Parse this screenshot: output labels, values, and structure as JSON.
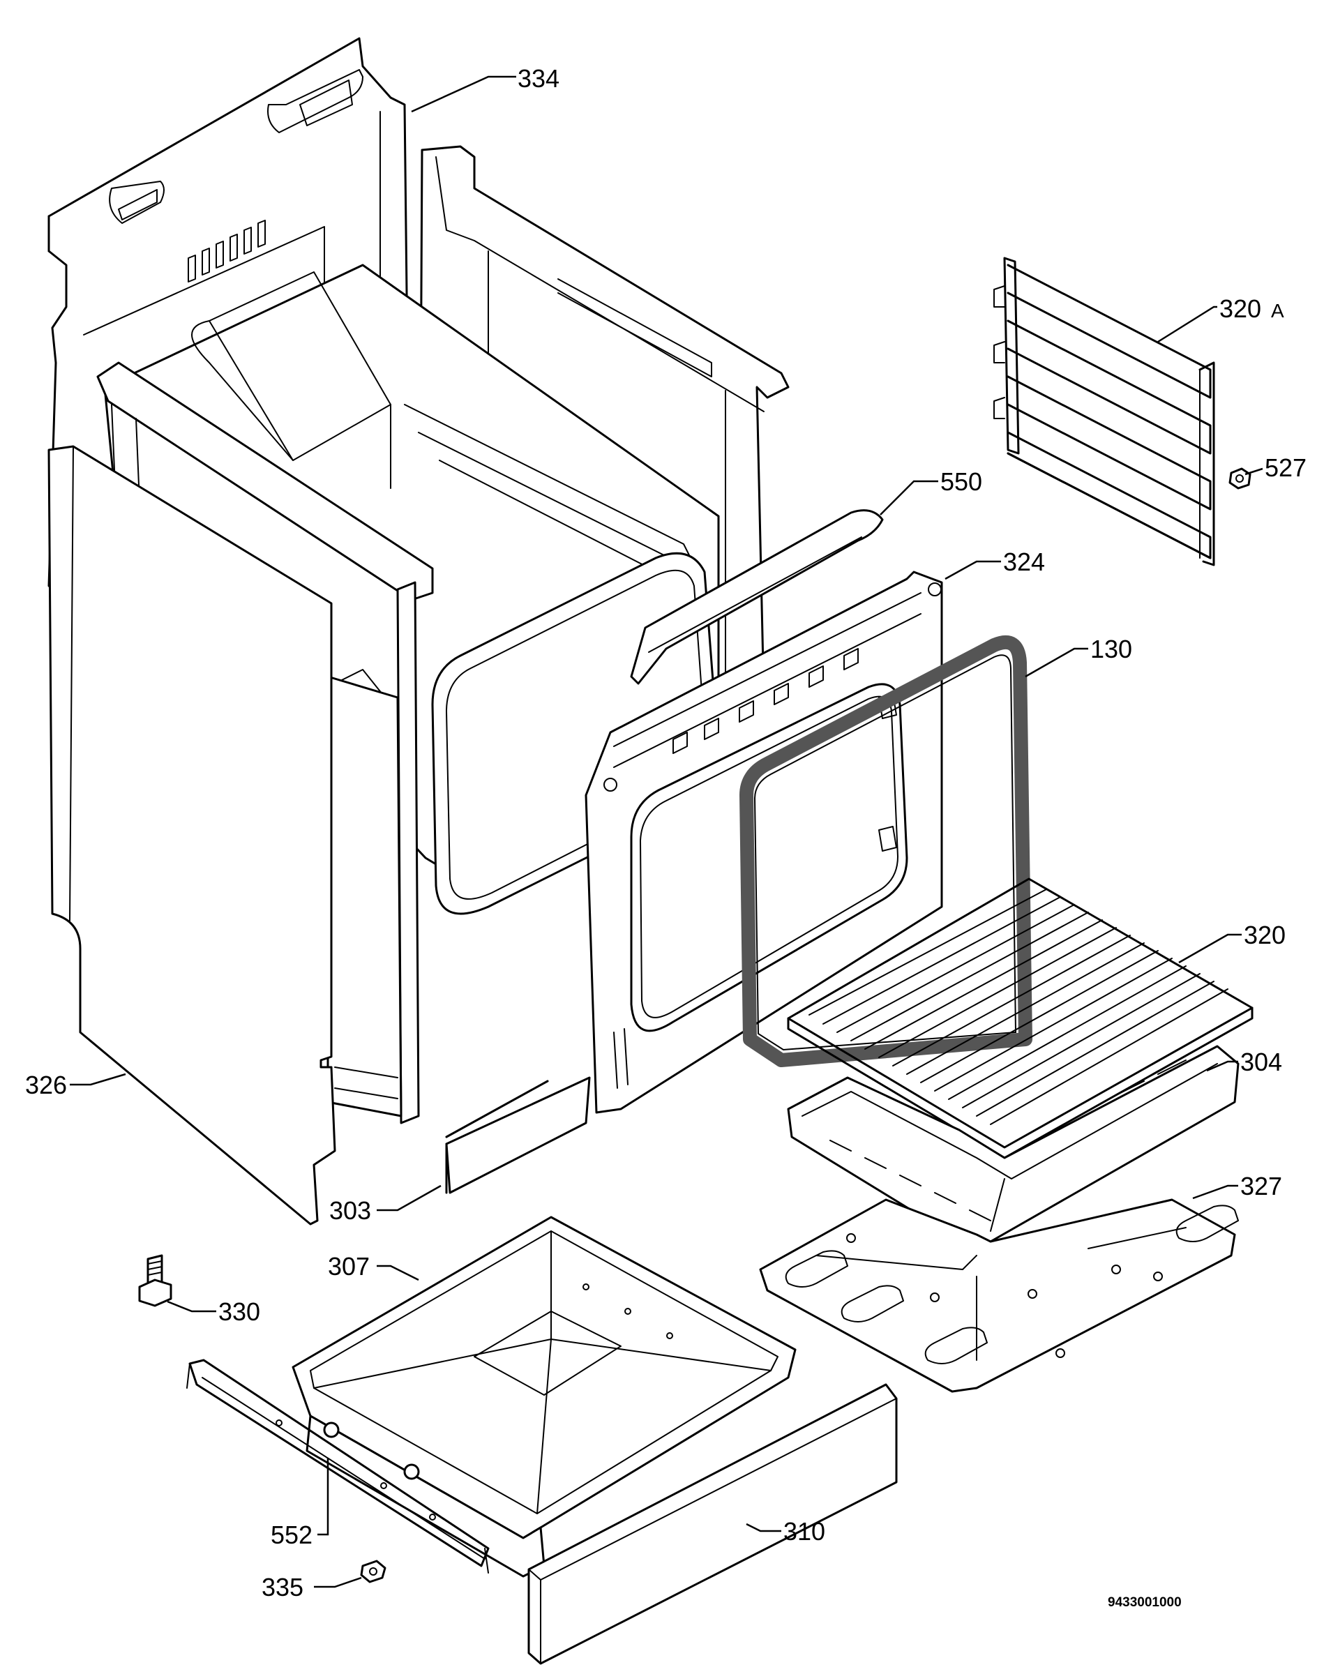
{
  "callouts": [
    {
      "id": "334",
      "label": "334"
    },
    {
      "id": "320a",
      "label": "320",
      "suffix": "A"
    },
    {
      "id": "527",
      "label": "527"
    },
    {
      "id": "550",
      "label": "550"
    },
    {
      "id": "324",
      "label": "324"
    },
    {
      "id": "130",
      "label": "130"
    },
    {
      "id": "320",
      "label": "320"
    },
    {
      "id": "304",
      "label": "304"
    },
    {
      "id": "326",
      "label": "326"
    },
    {
      "id": "303",
      "label": "303"
    },
    {
      "id": "327",
      "label": "327"
    },
    {
      "id": "307",
      "label": "307"
    },
    {
      "id": "330",
      "label": "330"
    },
    {
      "id": "552",
      "label": "552"
    },
    {
      "id": "335",
      "label": "335"
    },
    {
      "id": "310",
      "label": "310"
    }
  ],
  "document_number": "9433001000"
}
